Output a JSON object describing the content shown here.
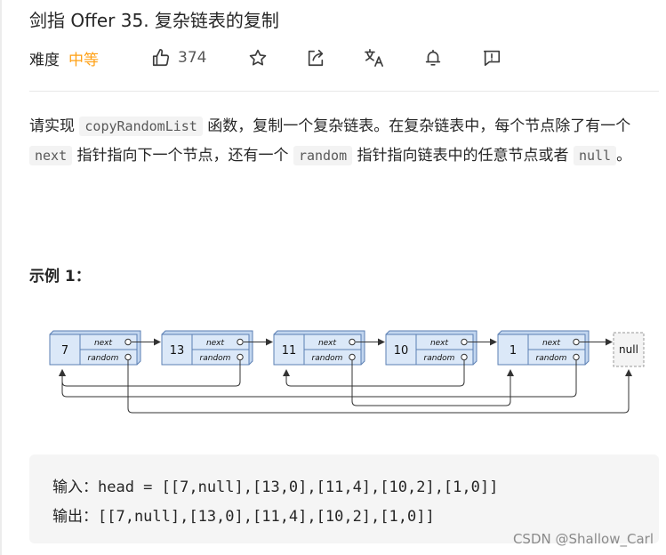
{
  "problem": {
    "title": "剑指 Offer 35. 复杂链表的复制",
    "difficulty_label": "难度",
    "difficulty_value": "中等",
    "likes": "374"
  },
  "toolbar": {
    "icons": [
      "thumbs-up-icon",
      "star-icon",
      "share-icon",
      "translate-icon",
      "bell-icon",
      "feedback-icon"
    ]
  },
  "description": {
    "part1": "请实现 ",
    "code1": "copyRandomList",
    "part2": " 函数，复制一个复杂链表。在复杂链表中，每个节点除了有一个 ",
    "code2": "next",
    "part3": " 指针指向下一个节点，还有一个 ",
    "code3": "random",
    "part4": " 指针指向链表中的任意节点或者 ",
    "code4": "null",
    "part5": "。"
  },
  "example": {
    "title": "示例 1：",
    "input_line": "输入：head = [[7,null],[13,0],[11,4],[10,2],[1,0]]",
    "output_line": "输出：[[7,null],[13,0],[11,4],[10,2],[1,0]]"
  },
  "diagram": {
    "nodes": [
      {
        "val": "7",
        "random": "null"
      },
      {
        "val": "13",
        "random": "0"
      },
      {
        "val": "11",
        "random": "4"
      },
      {
        "val": "10",
        "random": "2"
      },
      {
        "val": "1",
        "random": "0"
      }
    ],
    "next_label": "next",
    "random_label": "random",
    "null_label": "null"
  },
  "watermark": "CSDN @Shallow_Carl",
  "colors": {
    "accent": "#ffa116",
    "node_fill": "#dbe8f8",
    "node_border": "#5b7fb3"
  }
}
